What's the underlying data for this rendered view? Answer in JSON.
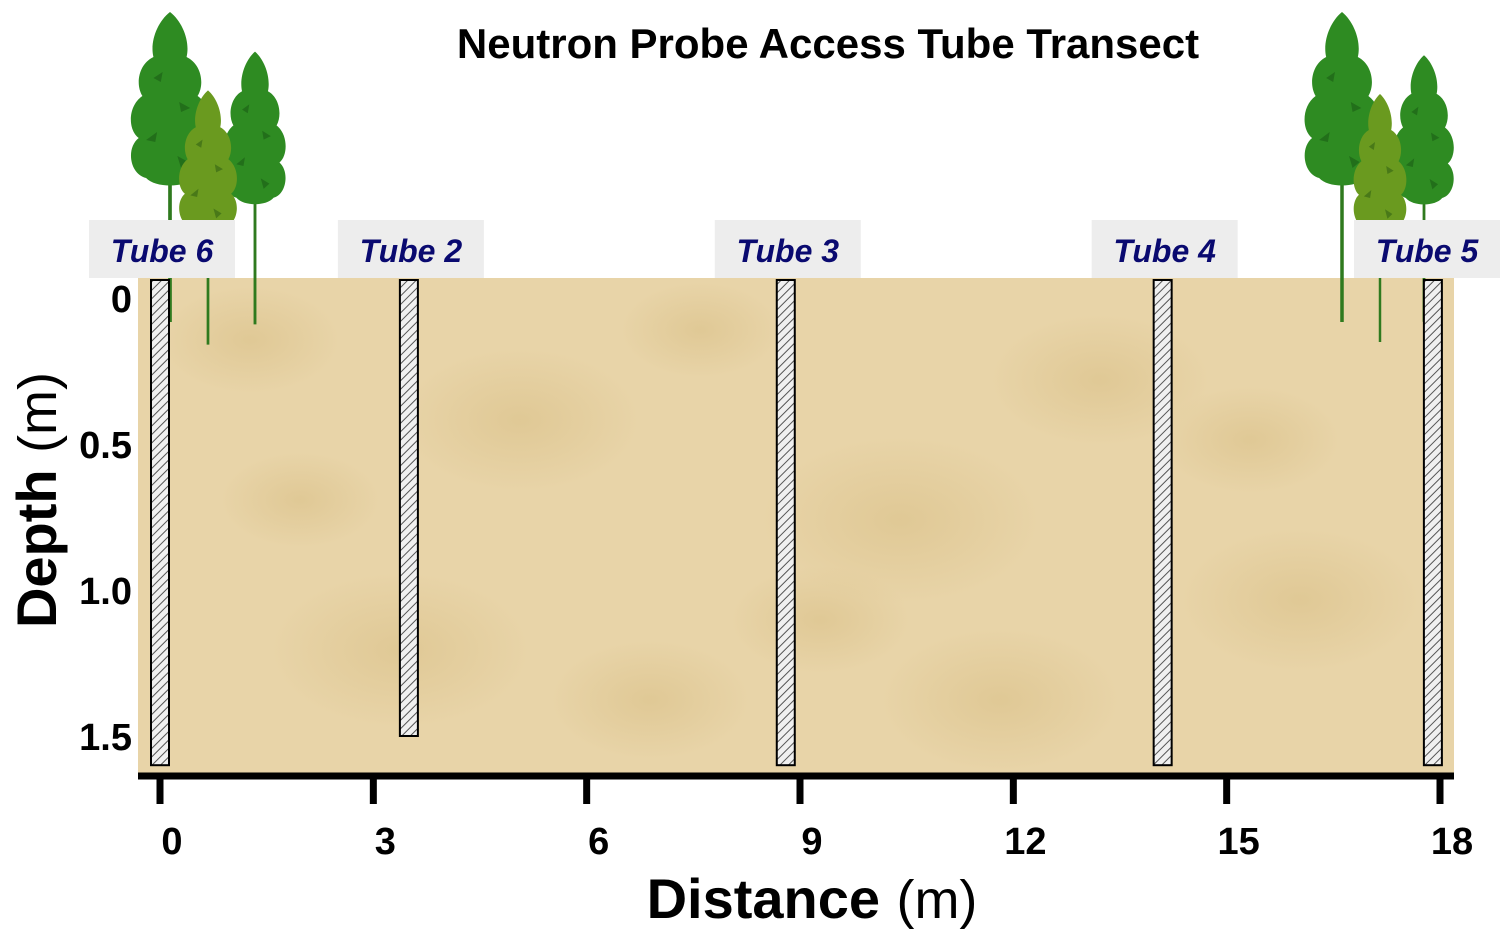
{
  "title": "Neutron Probe Access Tube Transect",
  "x_axis": {
    "label": "Distance",
    "unit": "(m)",
    "ticks": [
      "0",
      "3",
      "6",
      "9",
      "12",
      "15",
      "18"
    ],
    "range": [
      0,
      18
    ]
  },
  "y_axis": {
    "label": "Depth",
    "unit": "(m)",
    "ticks": [
      "0",
      "0.5",
      "1.0",
      "1.5"
    ],
    "range": [
      0,
      1.6
    ]
  },
  "colors": {
    "soil": "#e8d4a8",
    "tube_label_text": "#0a0a70",
    "tube_label_bg": "#ededed",
    "tree_dark": "#2e8b22",
    "tree_light": "#6a9a1f"
  },
  "tubes": [
    {
      "label": "Tube 6",
      "distance": 0,
      "depth": 1.6
    },
    {
      "label": "Tube 2",
      "distance": 3.5,
      "depth": 1.5
    },
    {
      "label": "Tube 3",
      "distance": 8.8,
      "depth": 1.6
    },
    {
      "label": "Tube 4",
      "distance": 14.1,
      "depth": 1.6
    },
    {
      "label": "Tube 5",
      "distance": 17.9,
      "depth": 1.6
    }
  ],
  "tree_groups": [
    {
      "name": "left-trees",
      "icon": "tree-icon"
    },
    {
      "name": "right-trees",
      "icon": "tree-icon"
    }
  ]
}
